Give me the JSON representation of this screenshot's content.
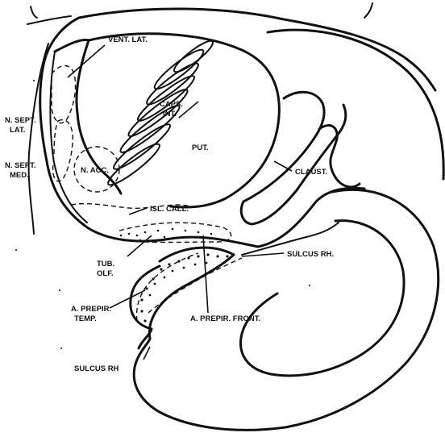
{
  "labels": {
    "vent_lat": "VENT. LAT.",
    "caps_int_1": "CAPS.",
    "caps_int_2": "INT.",
    "put": "PUT.",
    "n_sept_lat_1": "N. SEPT.",
    "n_sept_lat_2": "LAT.",
    "n_sept_med_1": "N. SEPT.",
    "n_sept_med_2": "MED.",
    "n_acc": "N. ACC.",
    "claust": "CLAUST.",
    "isl_call": "ISL. CALL.",
    "sulcus_rh_right": "SULCUS RH.",
    "tub_olf_1": "TUB.",
    "tub_olf_2": "OLF.",
    "a_prepir_temp_1": "A. PREPIR.",
    "a_prepir_temp_2": "TEMP.",
    "a_prepir_front": "A. PREPIR. FRONT.",
    "sulcus_rh_left": "SULCUS RH"
  },
  "colors": {
    "ink": "#111111",
    "paper": "#ffffff"
  }
}
